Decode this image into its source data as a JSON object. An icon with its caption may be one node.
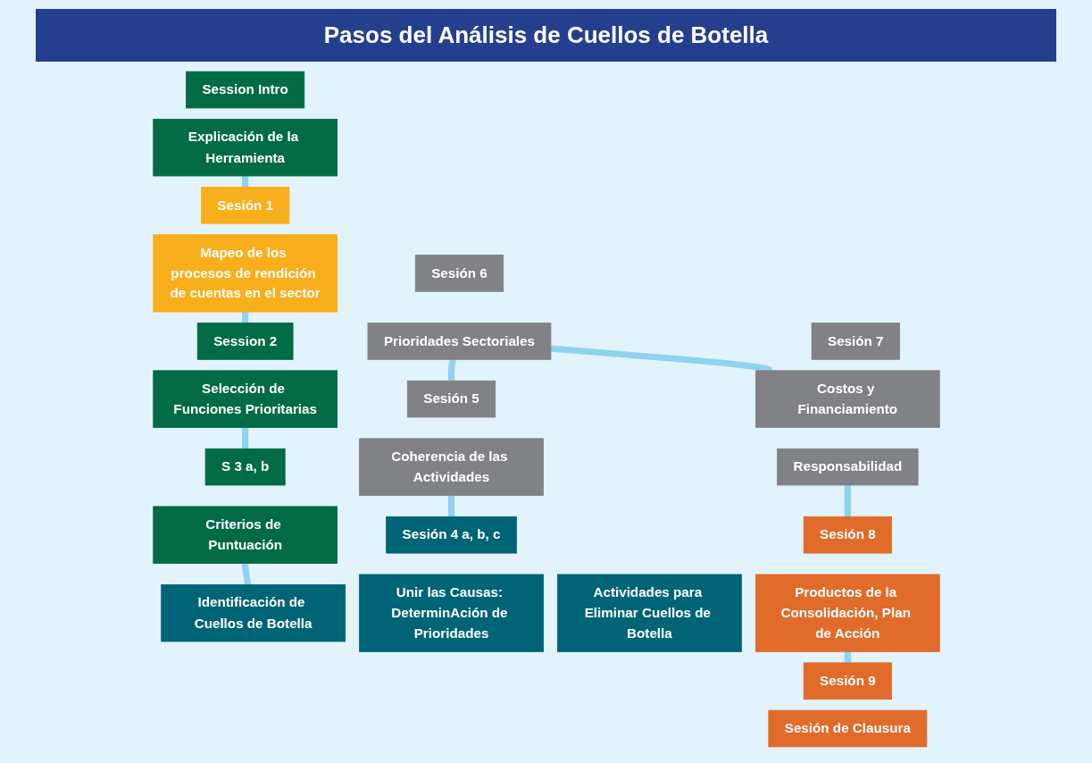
{
  "diagram": {
    "title": "Pasos del Análisis de Cuellos de Botella",
    "nodes": [
      {
        "text": [
          "Session Intro"
        ]
      },
      {
        "text": [
          "Explicación de la Herramienta"
        ]
      },
      {
        "text": [
          "Sesión 1"
        ]
      },
      {
        "text": [
          "Mapeo de los procesos de rendición de cuentas en el sector"
        ]
      },
      {
        "text": [
          "Session 2"
        ]
      },
      {
        "text": [
          "Selección de Funciones Prioritarias"
        ]
      },
      {
        "text": [
          "S 3 a, b"
        ]
      },
      {
        "text": [
          "Criterios de Puntuación"
        ]
      },
      {
        "text": [
          "Sesión 4 a, b, c"
        ]
      },
      {
        "text": [
          "Identificación de Cuellos de Botella"
        ]
      },
      {
        "text": [
          "Unir las Causas: DeterminAción de Prioridades"
        ]
      },
      {
        "text": [
          "Actividades para Eliminar Cuellos de Botella"
        ]
      },
      {
        "text": [
          "Sesión 5"
        ]
      },
      {
        "text": [
          "Coherencia de las Actividades"
        ]
      },
      {
        "text": [
          "Sesión 6"
        ]
      },
      {
        "text": [
          "Prioridades Sectoriales"
        ]
      },
      {
        "text": [
          "Sesión 7"
        ]
      },
      {
        "text": [
          "Costos y Financiamiento"
        ]
      },
      {
        "text": [
          "Responsabilidad"
        ]
      },
      {
        "text": [
          "Sesión 8"
        ]
      },
      {
        "text": [
          "Productos de la Consolidación, Plan de Acción"
        ]
      },
      {
        "text": [
          "Sesión 9"
        ]
      },
      {
        "text": [
          "Sesión de Clausura"
        ]
      }
    ],
    "edges": [
      {
        "from": 1,
        "to": 2,
        "arrow": "none"
      },
      {
        "from": 3,
        "to": 4,
        "arrow": "none"
      },
      {
        "from": 5,
        "to": 6,
        "arrow": "none"
      },
      {
        "from": 7,
        "to": 9,
        "arrow": "none"
      },
      {
        "from": 13,
        "to": 8,
        "arrow": "none"
      },
      {
        "from": 15,
        "to": 12,
        "arrow": "none"
      },
      {
        "from": 15,
        "to": 17,
        "arrow": "none"
      },
      {
        "from": 18,
        "to": 19,
        "arrow": "none"
      },
      {
        "from": 20,
        "to": 21,
        "arrow": "none"
      }
    ]
  }
}
